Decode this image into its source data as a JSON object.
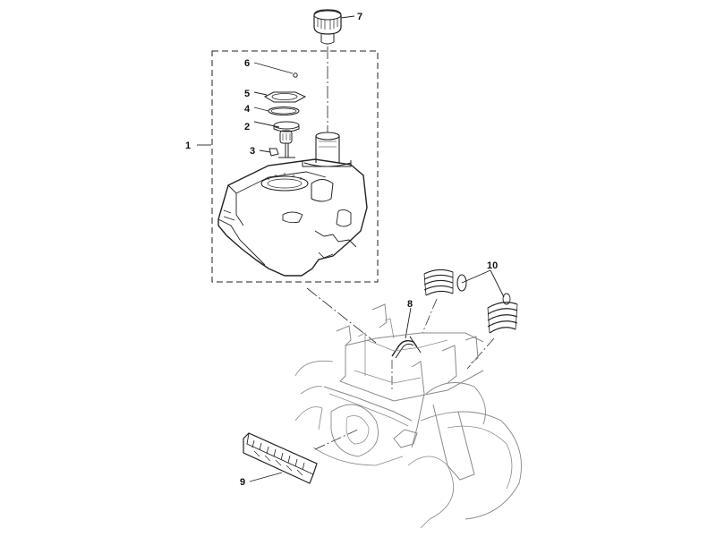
{
  "diagram": {
    "callouts": [
      "1",
      "2",
      "3",
      "4",
      "5",
      "6",
      "7",
      "8",
      "9",
      "10"
    ],
    "parts": [
      {
        "callout": "1",
        "part": "fuel-tank-assembly"
      },
      {
        "callout": "2",
        "part": "fuel-sender-unit"
      },
      {
        "callout": "3",
        "part": "sender-clip"
      },
      {
        "callout": "4",
        "part": "gasket-ring"
      },
      {
        "callout": "5",
        "part": "mounting-plate"
      },
      {
        "callout": "6",
        "part": "screw"
      },
      {
        "callout": "7",
        "part": "filler-cap"
      },
      {
        "callout": "8",
        "part": "hose-clamp"
      },
      {
        "callout": "9",
        "part": "foam-strip"
      },
      {
        "callout": "10",
        "part": "coil-springs"
      }
    ],
    "colors": {
      "line": "#222222",
      "faint": "#8a8a8a",
      "background": "#ffffff"
    }
  }
}
